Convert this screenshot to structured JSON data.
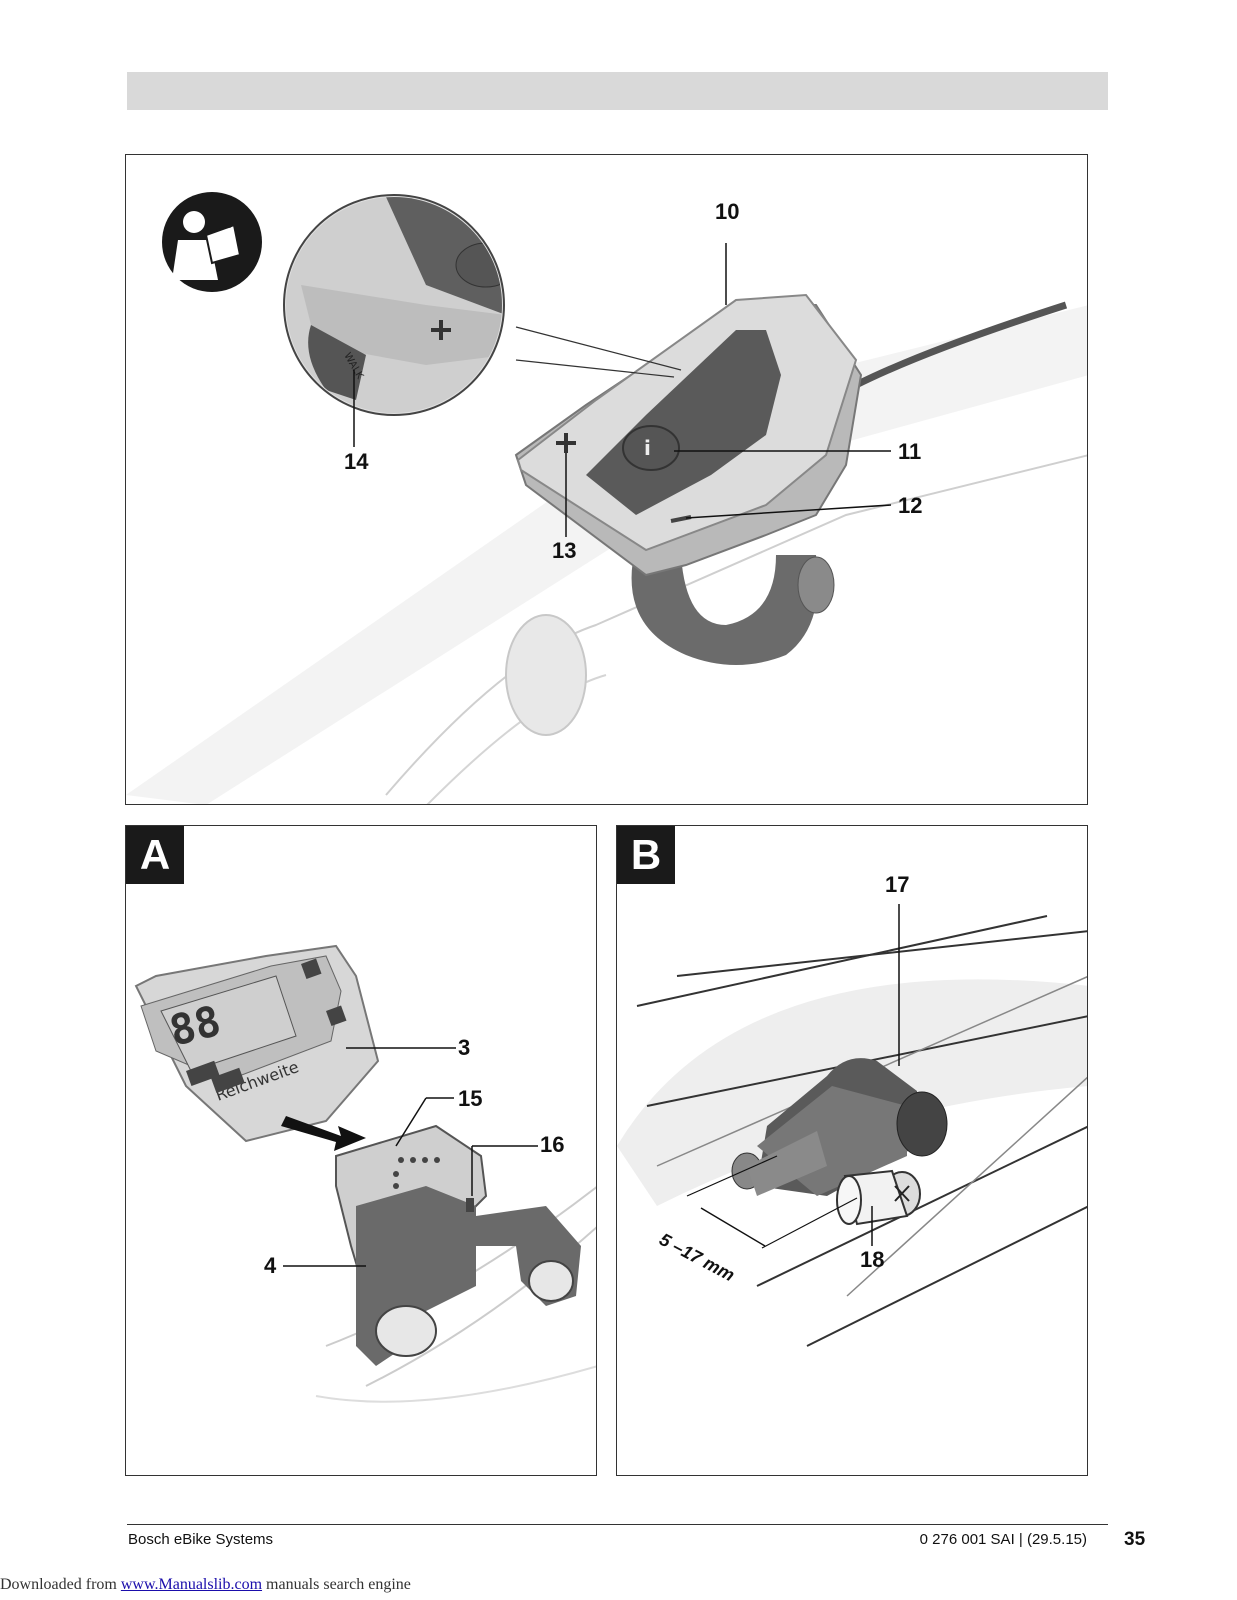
{
  "figure_top": {
    "callouts": {
      "c10": "10",
      "c11": "11",
      "c12": "12",
      "c13": "13",
      "c14": "14"
    },
    "walk_label": "WALK"
  },
  "figure_a": {
    "tag": "A",
    "callouts": {
      "c3": "3",
      "c4": "4",
      "c15": "15",
      "c16": "16"
    },
    "display_text": "Reichweite"
  },
  "figure_b": {
    "tag": "B",
    "callouts": {
      "c17": "17",
      "c18": "18"
    },
    "dimension": "5 –17 mm"
  },
  "footer": {
    "brand": "Bosch eBike Systems",
    "doc_ref": "0 276 001 SAI | (29.5.15)",
    "page": "35"
  },
  "download": {
    "prefix": "Downloaded from ",
    "link": "www.Manualslib.com",
    "suffix": " manuals search engine"
  }
}
